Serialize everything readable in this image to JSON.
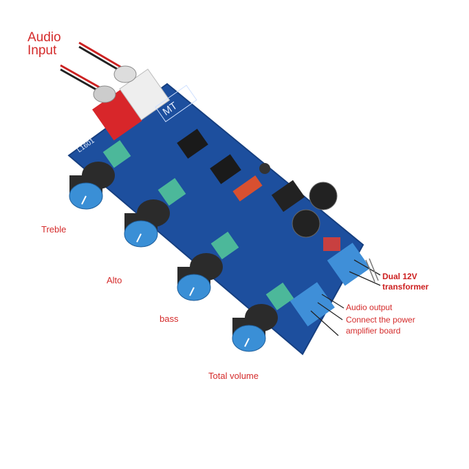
{
  "labels": {
    "audio_input": [
      "Audio",
      "Input"
    ],
    "treble": "Treble",
    "alto": "Alto",
    "bass": "bass",
    "total_volume": "Total volume",
    "dual_transformer": [
      "Dual 12V",
      "transformer"
    ],
    "audio_output": "Audio output",
    "connect_power": [
      "Connect the power",
      "amplifier board"
    ]
  },
  "board_marking": {
    "model": "MT",
    "id": "L1601"
  },
  "colors": {
    "label": "#d42a2a",
    "pcb": "#1d4f9e",
    "knob_cap": "#3a8fd6",
    "terminal": "#3f8fd8"
  }
}
